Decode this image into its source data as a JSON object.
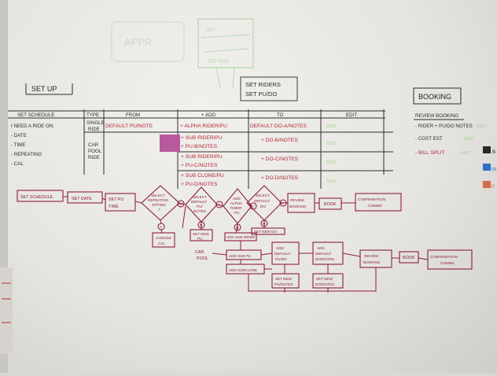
{
  "ghost": {
    "g1": "APPR",
    "g2": "SET",
    "g3": "SET RIDE"
  },
  "setup": {
    "title": "SET UP"
  },
  "riders": {
    "line1": "SET RIDERS",
    "line2": "SET PU/DO"
  },
  "booking": {
    "title": "BOOKING"
  },
  "table": {
    "headers": [
      "SET SCHEDULE",
      "TYPE",
      "FROM",
      "+ ADD",
      "TO",
      "EDIT"
    ],
    "schedule_lines": [
      "I NEED A RIDE ON:",
      "- DATE",
      "- TIME",
      "- REPEATING",
      "- CAL"
    ],
    "type_single": [
      "SINGLE",
      "RIDE"
    ],
    "type_car": [
      "CAR",
      "POOL",
      "RIDE"
    ],
    "single_from": "DEFAULT PU/NOTE",
    "single_add": "+ ALPHA RIDER/PU",
    "single_to": "DEFAULT DO-A/NOTES",
    "carpool_add": [
      [
        "+ SUB RIDER/PU",
        "+ PU-B/NOTES"
      ],
      [
        "+ SUB RIDER/PU",
        "+ PU-C/NOTES"
      ],
      [
        "+ SUB CLONE/PU",
        "+ PU-D/NOTES"
      ]
    ],
    "carpool_to": [
      "+ DO-B/NOTES",
      "+ DO-C/NOTES",
      "+ DO-D/NOTES"
    ],
    "edit_marks": [
      "EDIT",
      "EDIT",
      "EDIT",
      "EDIT"
    ]
  },
  "review": {
    "title": "REVIEW BOOKING",
    "lines": [
      "- RIDER + PU/DO NOTES",
      "- COST EST",
      "- BILL SPLIT"
    ],
    "green_marks": [
      "EDIT",
      "EDIT",
      "EDIT"
    ]
  },
  "edge_letters": [
    "B",
    "IN",
    "P"
  ],
  "flow1": {
    "set_schedule": "SET SCHEDULE",
    "set_date": "SET DATE",
    "set_pu_time": [
      "SET PU",
      "TIME"
    ],
    "repeat_diamond": [
      "SELECT",
      "REPEATING",
      "OPTION",
      "?"
    ],
    "n": "N",
    "y": "Y",
    "choose_cal": [
      "CHOOSE",
      "CAL"
    ],
    "pu_diamond": [
      "SELECT",
      "DEFAULT",
      "PU/",
      "NOTES"
    ],
    "set_new_pu": [
      "SET NEW",
      "PU"
    ],
    "alpha_diamond": [
      "ADD",
      "ALPHA",
      "RIDER",
      "PU"
    ],
    "do_diamond": [
      "SELECT",
      "DEFAULT",
      "DO"
    ],
    "set_new_do": "SET NEW DO",
    "review": [
      "REVIEW",
      "BOOKING"
    ],
    "book": "BOOK",
    "confirm": [
      "CONFIRMATION",
      "COMMS"
    ]
  },
  "flow2": {
    "car_pool": [
      "CAR",
      "POOL"
    ],
    "add_sub_rider": "ADD SUB RIDER",
    "add_sub_pu": "ADD SUB PU",
    "add_subclone": "ADD SUBCLONE",
    "add_default_do": [
      "ADD",
      "DEFAULT",
      "PU/DO"
    ],
    "add_default_notes": [
      "ADD",
      "DEFAULT",
      "DO/NOTES"
    ],
    "set_new_pu_notes": [
      "SET NEW",
      "PU/NOTES"
    ],
    "set_new_do_notes": [
      "SET NEW",
      "DO/NOTES"
    ],
    "review": [
      "REVIEW",
      "BOOKING"
    ],
    "book": "BOOK",
    "confirm": [
      "CONFIRMATION",
      "COMMS"
    ]
  }
}
